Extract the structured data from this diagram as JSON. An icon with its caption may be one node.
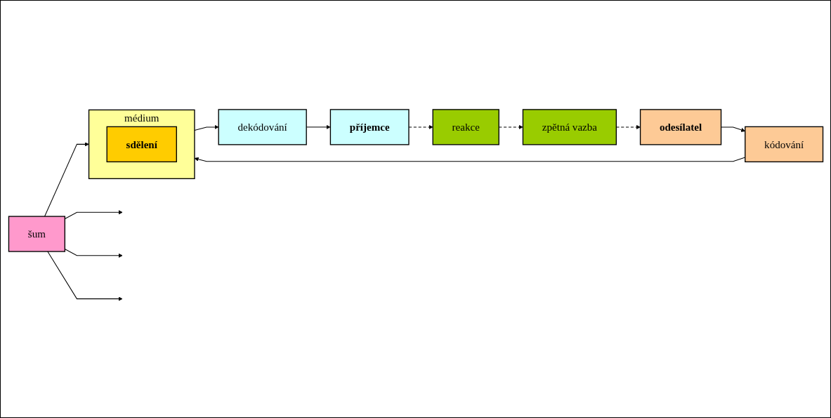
{
  "diagram": {
    "nodes": [
      {
        "text": [
          "odesílatel"
        ]
      },
      {
        "text": [
          "kódování"
        ]
      },
      {
        "text": [
          "médium"
        ]
      },
      {
        "text": [
          "sdělení"
        ],
        "in": 2
      },
      {
        "text": [
          "dekódování"
        ]
      },
      {
        "text": [
          "příjemce"
        ]
      },
      {
        "text": [
          "šum"
        ]
      },
      {
        "text": [
          "reakce"
        ]
      },
      {
        "text": [
          "zpětná vazba"
        ]
      }
    ],
    "edges": [
      {
        "from": 0,
        "to": 1,
        "arrow": "to"
      },
      {
        "from": 1,
        "to": 2,
        "arrow": "to"
      },
      {
        "from": 2,
        "to": 4,
        "arrow": "to"
      },
      {
        "from": 4,
        "to": 5,
        "arrow": "to"
      },
      {
        "from": 6,
        "to": 2,
        "arrow": "to"
      },
      {
        "from": 6,
        "to": null,
        "arrow": "to"
      },
      {
        "from": 6,
        "to": null,
        "arrow": "to"
      },
      {
        "from": 6,
        "to": null,
        "arrow": "to"
      },
      {
        "from": 5,
        "to": 7,
        "arrow": "to",
        "style": "dashed"
      },
      {
        "from": 7,
        "to": 8,
        "arrow": "to",
        "style": "dashed"
      },
      {
        "from": 8,
        "to": 0,
        "arrow": "to",
        "style": "dashed"
      }
    ]
  }
}
